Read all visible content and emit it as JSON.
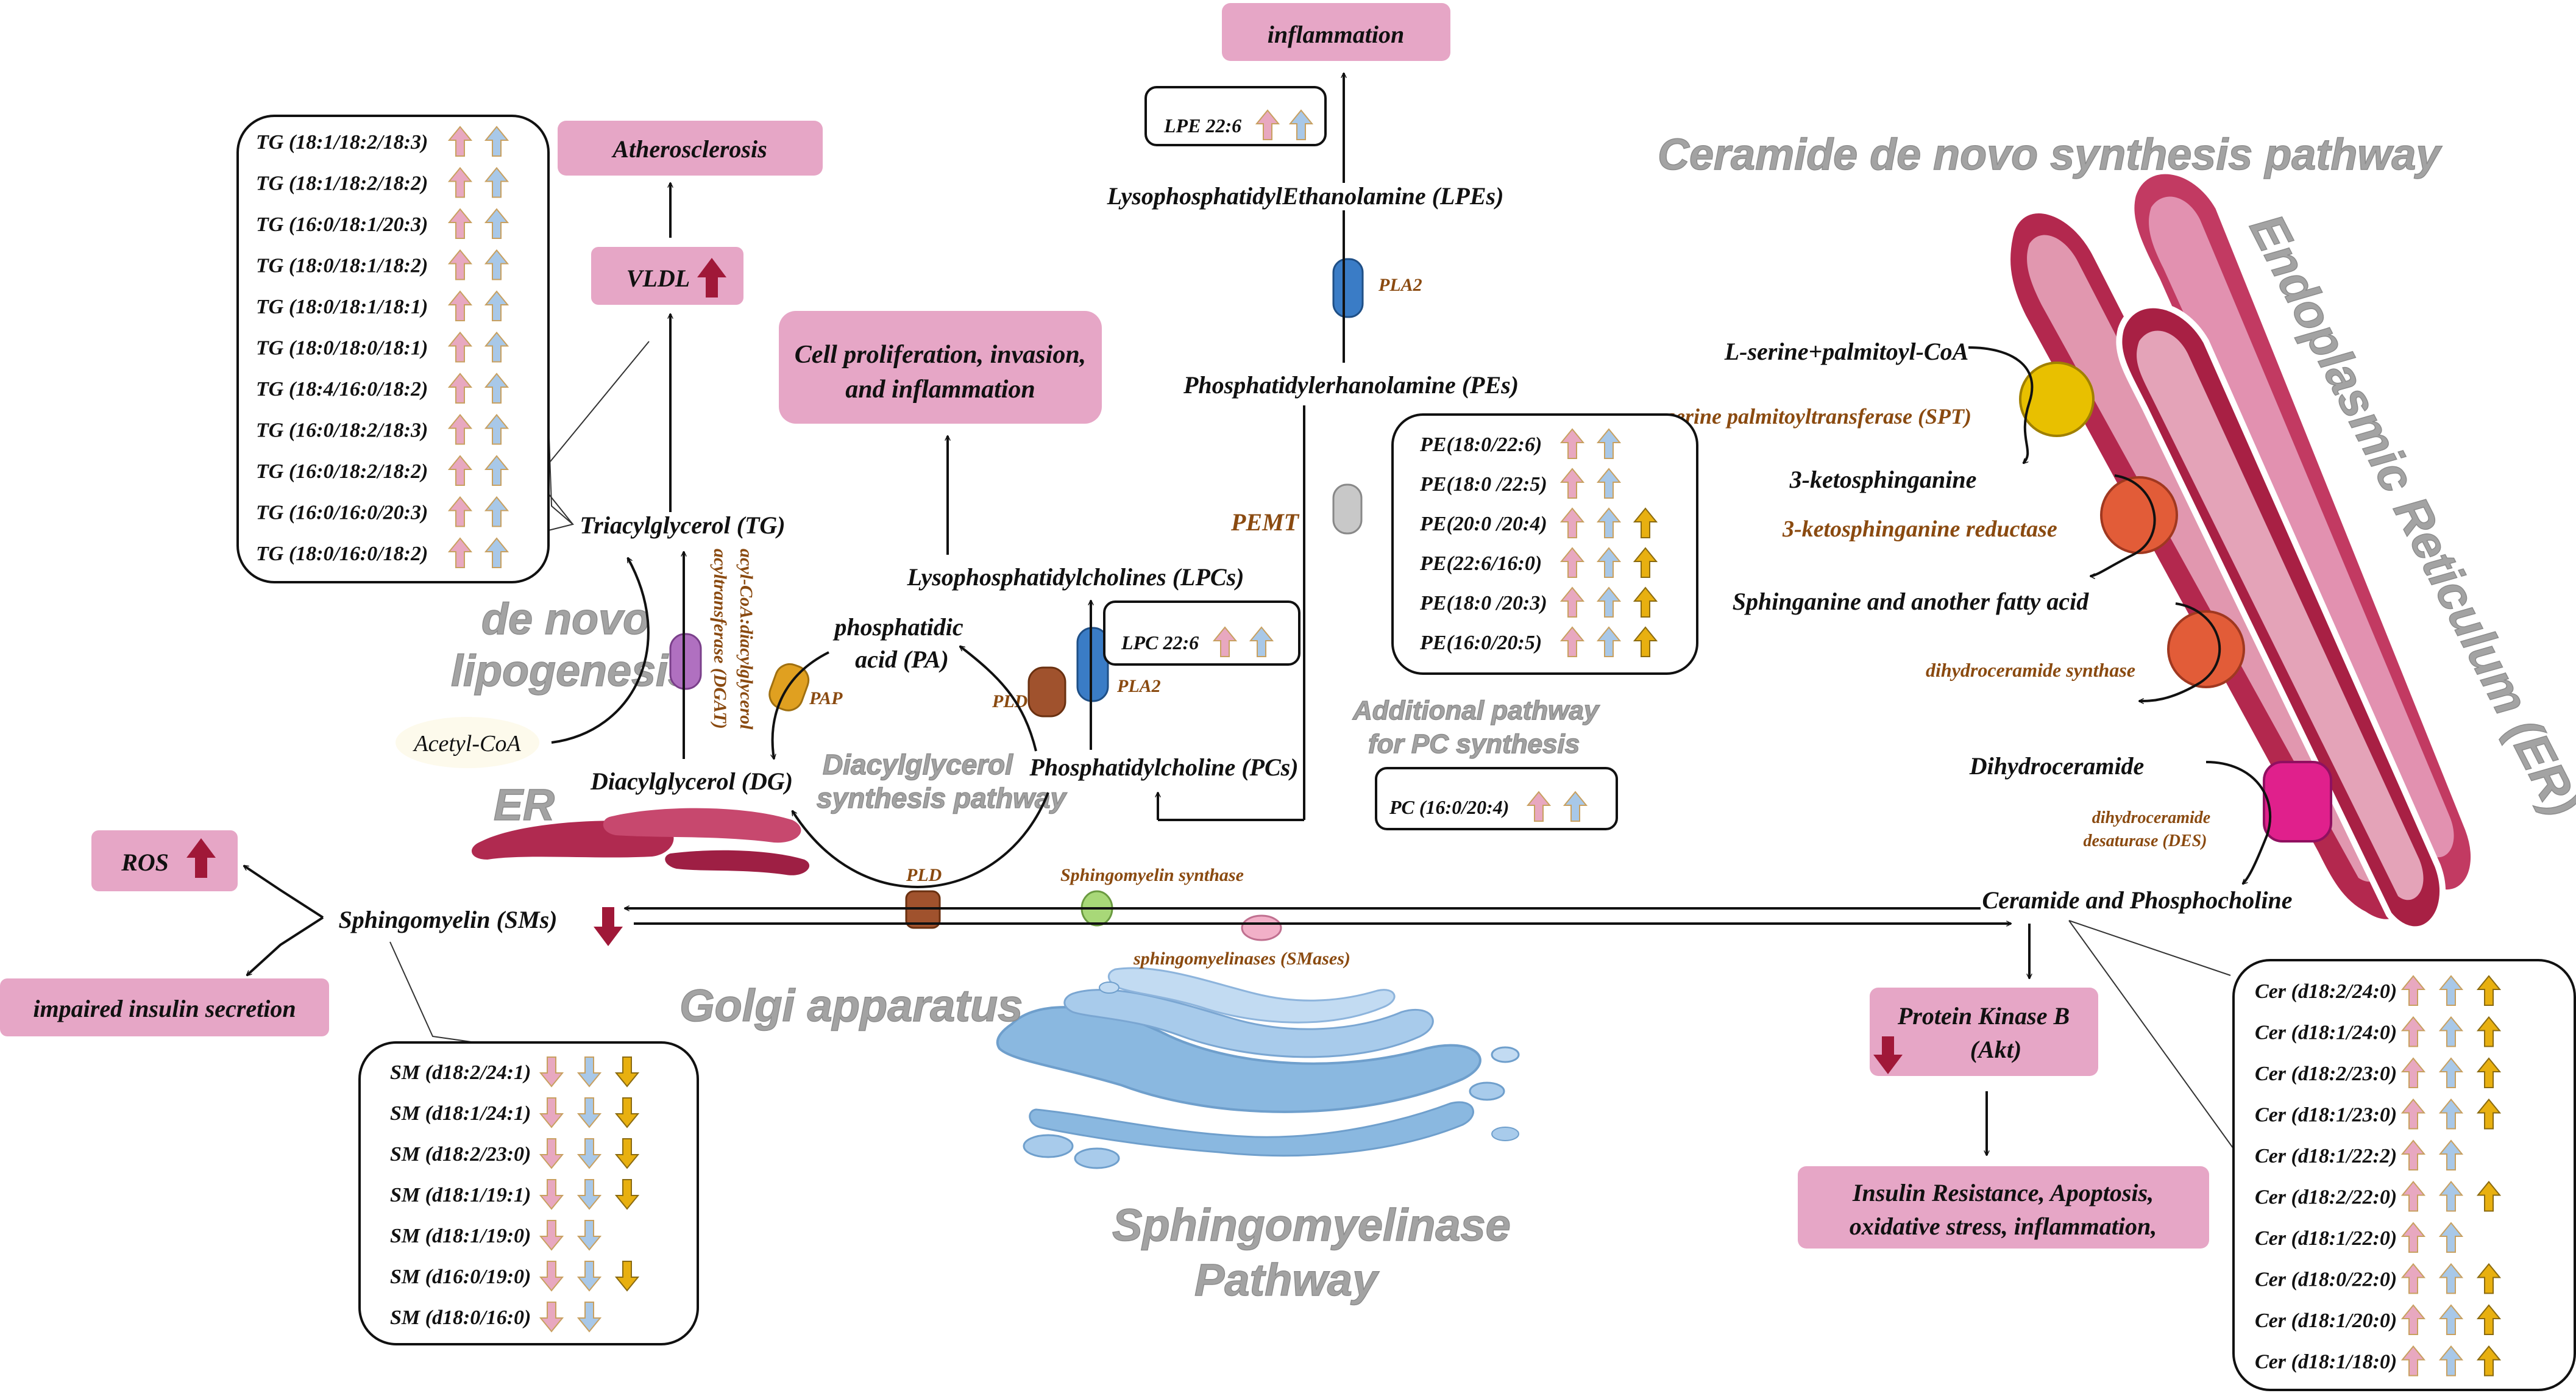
{
  "outcomes": {
    "inflammation": "inflammation",
    "atherosclerosis": "Atherosclerosis",
    "vldl": "VLDL",
    "cell_prolif_line1": "Cell proliferation, invasion,",
    "cell_prolif_line2": "and inflammation",
    "ros": "ROS",
    "impaired_insulin": "impaired insulin secretion",
    "akt_line1": "Protein Kinase B",
    "akt_line2": "(Akt)",
    "insulin_res_line1": "Insulin Resistance, Apoptosis,",
    "insulin_res_line2": "oxidative stress, inflammation,"
  },
  "metabolites": {
    "lpes": "LysophosphatidylEthanolamine (LPEs)",
    "pes": "Phosphatidylerhanolamine (PEs)",
    "lpcs": "Lysophosphatidylcholines (LPCs)",
    "pcs": "Phosphatidylcholine (PCs)",
    "pa_line1": "phosphatidic",
    "pa_line2": "acid (PA)",
    "tg": "Triacylglycerol  (TG)",
    "dg": "Diacylglycerol (DG)",
    "acetyl_coa": "Acetyl-CoA",
    "sms": "Sphingomyelin (SMs)",
    "ceramide": "Ceramide and Phosphocholine",
    "serine": "L-serine+palmitoyl-CoA",
    "ketosph": "3-ketosphinganine",
    "sphinganine": "Sphinganine and another fatty acid",
    "dihydrocer": "Dihydroceramide"
  },
  "enzymes": {
    "pla2_top": "PLA2",
    "pla2_mid": "PLA2",
    "pemt": "PEMT",
    "pap": "PAP",
    "pld_left": "PLD",
    "pld_bottom": "PLD",
    "dgat_line1": "acyl-CoA:diacylglycerol",
    "dgat_line2": "acyltransferase (DGAT)",
    "sm_synthase": "Sphingomyelin synthase",
    "smases": "sphingomyelinases (SMases)",
    "spt": "serine palmitoyltransferase (SPT)",
    "ksr": "3-ketosphinganine reductase",
    "dhcs": "dihydroceramide synthase",
    "des_line1": "dihydroceramide",
    "des_line2": "desaturase (DES)"
  },
  "region_labels": {
    "ceramide_pathway": "Ceramide de novo synthesis pathway",
    "er_long": "Endoplasmic Reticulum (ER)",
    "de_novo_line1": "de novo",
    "de_novo_line2": "lipogenesis",
    "er_short": "ER",
    "dg_pathway_line1": "Diacylglycerol",
    "dg_pathway_line2": "synthesis pathway",
    "additional_line1": "Additional pathway",
    "additional_line2": "for PC synthesis",
    "golgi": "Golgi apparatus",
    "smase_line1": "Sphingomyelinase",
    "smase_line2": "Pathway"
  },
  "colors": {
    "outcome_box": "#e6a6c6",
    "arrow_pink": "#e8a8c0",
    "arrow_blue": "#a8c8e8",
    "arrow_gold": "#e8b010",
    "arrow_red": "#a01838",
    "er_pink": "#d77a9a",
    "golgi_blue": "#8ab8e0"
  },
  "lipid_lists": {
    "tg": [
      {
        "label": "TG (18:1/18:2/18:3)",
        "arrows": [
          "pink-up",
          "blue-up"
        ]
      },
      {
        "label": "TG (18:1/18:2/18:2)",
        "arrows": [
          "pink-up",
          "blue-up"
        ]
      },
      {
        "label": "TG (16:0/18:1/20:3)",
        "arrows": [
          "pink-up",
          "blue-up"
        ]
      },
      {
        "label": "TG (18:0/18:1/18:2)",
        "arrows": [
          "pink-up",
          "blue-up"
        ]
      },
      {
        "label": "TG (18:0/18:1/18:1)",
        "arrows": [
          "pink-up",
          "blue-up"
        ]
      },
      {
        "label": "TG (18:0/18:0/18:1)",
        "arrows": [
          "pink-up",
          "blue-up"
        ]
      },
      {
        "label": "TG (18:4/16:0/18:2)",
        "arrows": [
          "pink-up",
          "blue-up"
        ]
      },
      {
        "label": "TG (16:0/18:2/18:3)",
        "arrows": [
          "pink-up",
          "blue-up"
        ]
      },
      {
        "label": "TG (16:0/18:2/18:2)",
        "arrows": [
          "pink-up",
          "blue-up"
        ]
      },
      {
        "label": "TG (16:0/16:0/20:3)",
        "arrows": [
          "pink-up",
          "blue-up"
        ]
      },
      {
        "label": "TG (18:0/16:0/18:2)",
        "arrows": [
          "pink-up",
          "blue-up"
        ]
      }
    ],
    "lpe": [
      {
        "label": "LPE 22:6",
        "arrows": [
          "pink-up",
          "blue-up"
        ]
      }
    ],
    "lpc": [
      {
        "label": "LPC 22:6",
        "arrows": [
          "pink-up",
          "blue-up"
        ]
      }
    ],
    "pc": [
      {
        "label": "PC (16:0/20:4)",
        "arrows": [
          "pink-up",
          "blue-up"
        ]
      }
    ],
    "pe": [
      {
        "label": "PE(18:0/22:6)",
        "arrows": [
          "pink-up",
          "blue-up"
        ]
      },
      {
        "label": "PE(18:0 /22:5)",
        "arrows": [
          "pink-up",
          "blue-up"
        ]
      },
      {
        "label": "PE(20:0 /20:4)",
        "arrows": [
          "pink-up",
          "blue-up",
          "gold-up"
        ]
      },
      {
        "label": "PE(22:6/16:0)",
        "arrows": [
          "pink-up",
          "blue-up",
          "gold-up"
        ]
      },
      {
        "label": "PE(18:0 /20:3)",
        "arrows": [
          "pink-up",
          "blue-up",
          "gold-up"
        ]
      },
      {
        "label": "PE(16:0/20:5)",
        "arrows": [
          "pink-up",
          "blue-up",
          "gold-up"
        ]
      }
    ],
    "sm": [
      {
        "label": "SM (d18:2/24:1)",
        "arrows": [
          "pink-down",
          "blue-down",
          "gold-down"
        ]
      },
      {
        "label": "SM (d18:1/24:1)",
        "arrows": [
          "pink-down",
          "blue-down",
          "gold-down"
        ]
      },
      {
        "label": "SM (d18:2/23:0)",
        "arrows": [
          "pink-down",
          "blue-down",
          "gold-down"
        ]
      },
      {
        "label": "SM (d18:1/19:1)",
        "arrows": [
          "pink-down",
          "blue-down",
          "gold-down"
        ]
      },
      {
        "label": "SM (d18:1/19:0)",
        "arrows": [
          "pink-down",
          "blue-down"
        ]
      },
      {
        "label": "SM (d16:0/19:0)",
        "arrows": [
          "pink-down",
          "blue-down",
          "gold-down"
        ]
      },
      {
        "label": "SM (d18:0/16:0)",
        "arrows": [
          "pink-down",
          "blue-down"
        ]
      }
    ],
    "cer": [
      {
        "label": "Cer (d18:2/24:0)",
        "arrows": [
          "pink-up",
          "blue-up",
          "gold-up"
        ]
      },
      {
        "label": "Cer (d18:1/24:0)",
        "arrows": [
          "pink-up",
          "blue-up",
          "gold-up"
        ]
      },
      {
        "label": "Cer (d18:2/23:0)",
        "arrows": [
          "pink-up",
          "blue-up",
          "gold-up"
        ]
      },
      {
        "label": "Cer (d18:1/23:0)",
        "arrows": [
          "pink-up",
          "blue-up",
          "gold-up"
        ]
      },
      {
        "label": "Cer (d18:1/22:2)",
        "arrows": [
          "pink-up",
          "blue-up"
        ]
      },
      {
        "label": "Cer (d18:2/22:0)",
        "arrows": [
          "pink-up",
          "blue-up",
          "gold-up"
        ]
      },
      {
        "label": "Cer (d18:1/22:0)",
        "arrows": [
          "pink-up",
          "blue-up"
        ]
      },
      {
        "label": "Cer (d18:0/22:0)",
        "arrows": [
          "pink-up",
          "blue-up",
          "gold-up"
        ]
      },
      {
        "label": "Cer (d18:1/20:0)",
        "arrows": [
          "pink-up",
          "blue-up",
          "gold-up"
        ]
      },
      {
        "label": "Cer (d18:1/18:0)",
        "arrows": [
          "pink-up",
          "blue-up",
          "gold-up"
        ]
      }
    ]
  }
}
